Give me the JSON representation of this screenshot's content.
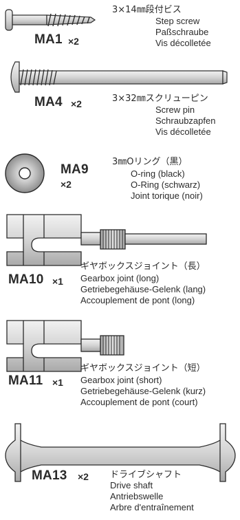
{
  "colors": {
    "ink": "#2a2a2a",
    "part_fill": "#d9d9d9",
    "part_shade": "#b5b5b5",
    "background": "#ffffff"
  },
  "parts": [
    {
      "code": "MA1",
      "quantity": "×2",
      "japanese": "3×14㎜段付ビス",
      "names": [
        "Step screw",
        "Paßschraube",
        "Vis décolletée"
      ]
    },
    {
      "code": "MA4",
      "quantity": "×2",
      "japanese": "3×32㎜スクリューピン",
      "names": [
        "Screw pin",
        "Schraubzapfen",
        "Vis décolletée"
      ]
    },
    {
      "code": "MA9",
      "quantity": "×2",
      "japanese": "3㎜Oリング（黒）",
      "names": [
        "O-ring (black)",
        "O-Ring (schwarz)",
        "Joint torique (noir)"
      ]
    },
    {
      "code": "MA10",
      "quantity": "×1",
      "japanese": "ギヤボックスジョイント（長）",
      "names": [
        "Gearbox joint (long)",
        "Getriebegehäuse-Gelenk (lang)",
        "Accouplement de pont (long)"
      ]
    },
    {
      "code": "MA11",
      "quantity": "×1",
      "japanese": "ギヤボックスジョイント（短）",
      "names": [
        "Gearbox joint (short)",
        "Getriebegehäuse-Gelenk (kurz)",
        "Accouplement de pont (court)"
      ]
    },
    {
      "code": "MA13",
      "quantity": "×2",
      "japanese": "ドライブシャフト",
      "names": [
        "Drive shaft",
        "Antriebswelle",
        "Arbre d'entraînement"
      ]
    }
  ]
}
